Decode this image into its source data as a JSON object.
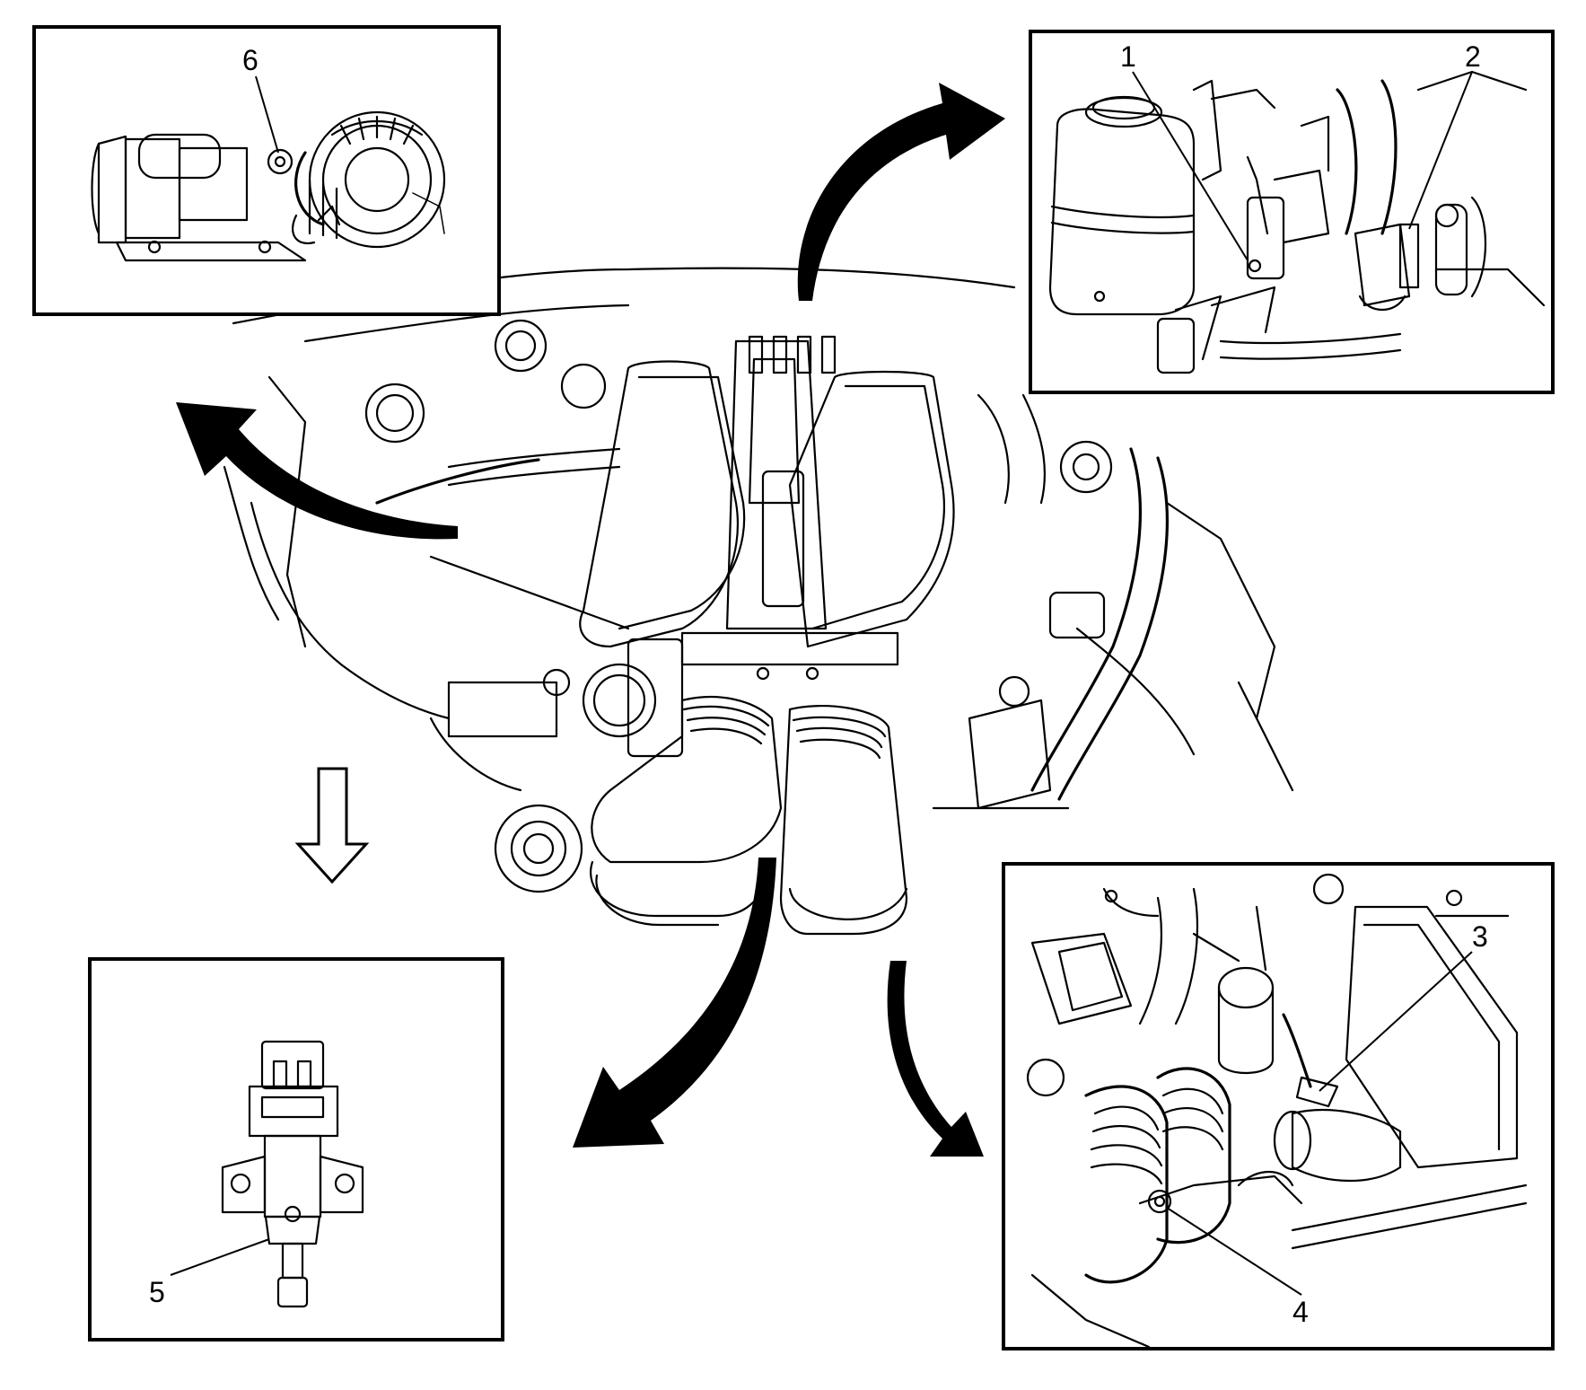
{
  "callouts": {
    "c1": "1",
    "c2": "2",
    "c3": "3",
    "c4": "4",
    "c5": "5",
    "c6": "6"
  },
  "colors": {
    "line": "#000000",
    "background": "#ffffff"
  },
  "icons": [
    "curved-direction-arrow",
    "hollow-down-arrow"
  ]
}
